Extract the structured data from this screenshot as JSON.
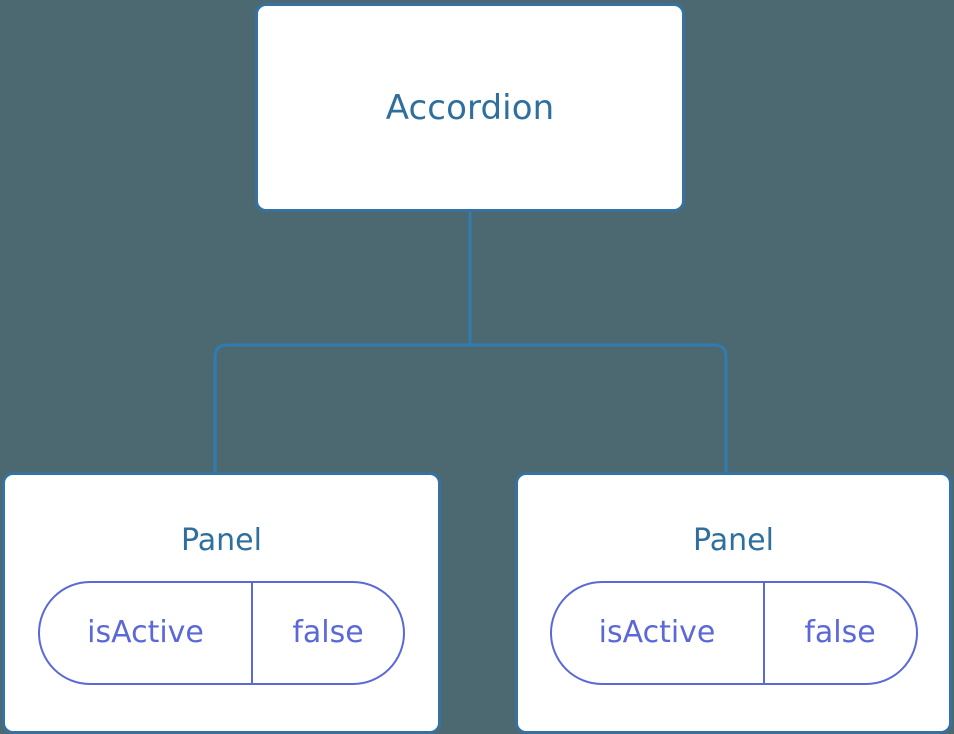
{
  "diagram": {
    "type": "component-tree",
    "background_color": "#4c6871",
    "accent_color": "#37719f",
    "title_color": "#2e6f9e",
    "prop_color": "#5a68d8",
    "root": {
      "id": "accordion",
      "label": "Accordion"
    },
    "children": [
      {
        "id": "panel-left",
        "label": "Panel",
        "props": [
          {
            "key": "isActive",
            "value": "false"
          }
        ]
      },
      {
        "id": "panel-right",
        "label": "Panel",
        "props": [
          {
            "key": "isActive",
            "value": "false"
          }
        ]
      }
    ],
    "edges": [
      {
        "from": "accordion",
        "to": "panel-left"
      },
      {
        "from": "accordion",
        "to": "panel-right"
      }
    ]
  }
}
